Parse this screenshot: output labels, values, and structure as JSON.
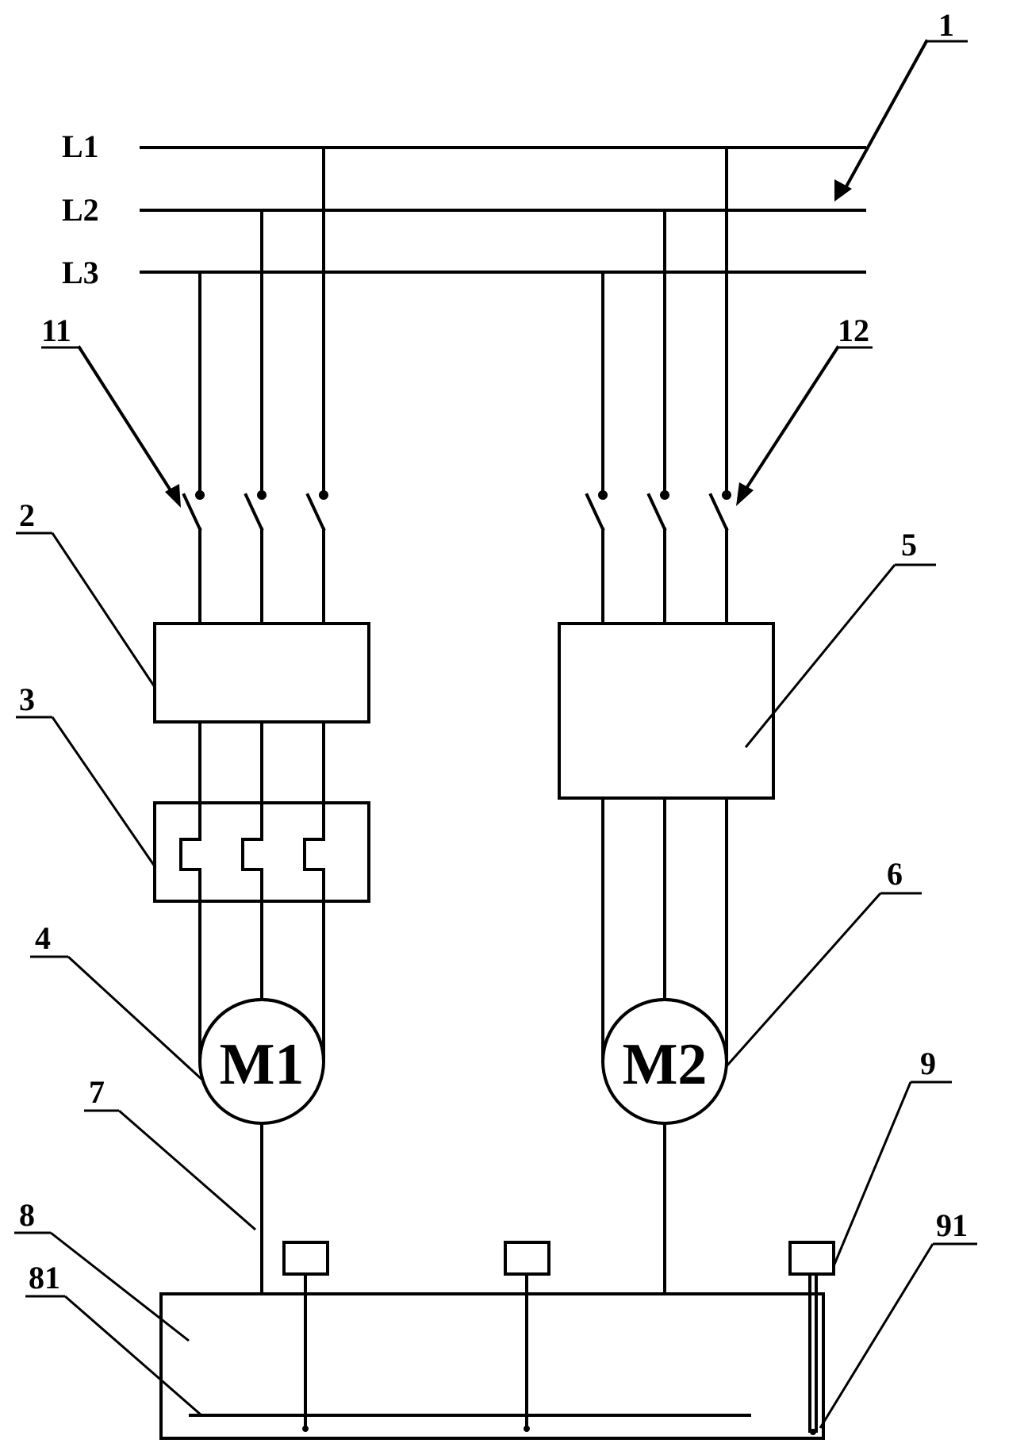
{
  "diagram": {
    "lines": {
      "l1": "L1",
      "l2": "L2",
      "l3": "L3"
    },
    "callouts": {
      "c1": "1",
      "c11": "11",
      "c12": "12",
      "c2": "2",
      "c3": "3",
      "c4": "4",
      "c5": "5",
      "c6": "6",
      "c7": "7",
      "c8": "8",
      "c81": "81",
      "c9": "9",
      "c91": "91"
    },
    "motors": {
      "m1": "M1",
      "m2": "M2"
    }
  }
}
